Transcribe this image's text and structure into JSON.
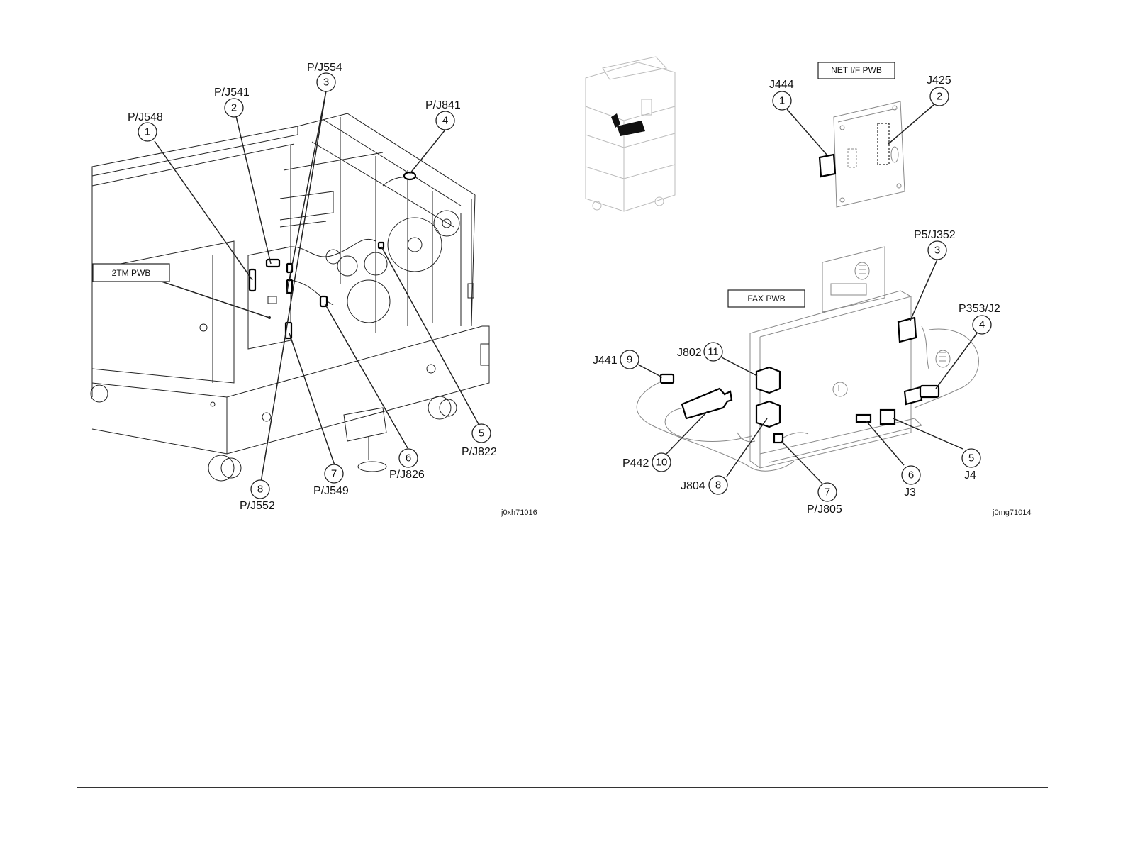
{
  "left_figure": {
    "code": "j0xh71016",
    "board_label": "2TM PWB",
    "callouts": [
      {
        "num": "1",
        "label": "P/J548"
      },
      {
        "num": "2",
        "label": "P/J541"
      },
      {
        "num": "3",
        "label": "P/J554"
      },
      {
        "num": "4",
        "label": "P/J841"
      },
      {
        "num": "5",
        "label": "P/J822"
      },
      {
        "num": "6",
        "label": "P/J826"
      },
      {
        "num": "7",
        "label": "P/J549"
      },
      {
        "num": "8",
        "label": "P/J552"
      }
    ]
  },
  "right_figure": {
    "code": "j0mg71014",
    "net_board_label": "NET I/F PWB",
    "fax_board_label": "FAX PWB",
    "net_callouts": [
      {
        "num": "1",
        "label": "J444"
      },
      {
        "num": "2",
        "label": "J425"
      }
    ],
    "fax_callouts": [
      {
        "num": "3",
        "label": "P5/J352"
      },
      {
        "num": "4",
        "label": "P353/J2"
      },
      {
        "num": "5",
        "label": "J4"
      },
      {
        "num": "6",
        "label": "J3"
      },
      {
        "num": "7",
        "label": "P/J805"
      },
      {
        "num": "8",
        "label": "J804"
      },
      {
        "num": "9",
        "label": "J441"
      },
      {
        "num": "10",
        "label": "P442"
      },
      {
        "num": "11",
        "label": "J802"
      }
    ]
  }
}
